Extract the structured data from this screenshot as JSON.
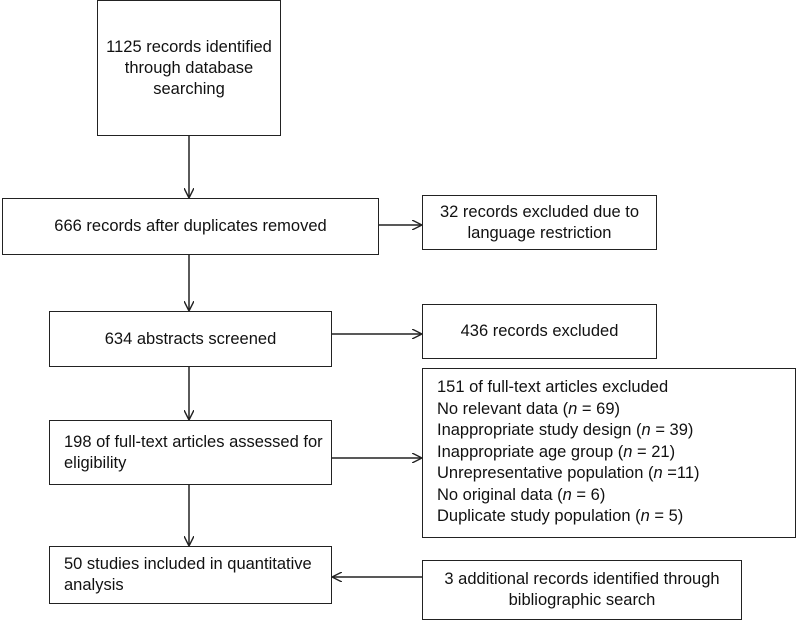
{
  "boxes": {
    "identified": [
      "1125 records identified",
      "through database",
      "searching"
    ],
    "duplicates": [
      "666 records after duplicates removed"
    ],
    "language_excluded": [
      "32 records excluded due to",
      "language restriction"
    ],
    "screened": [
      "634 abstracts screened"
    ],
    "records_excluded": [
      "436 records excluded"
    ],
    "fulltext_assessed": [
      "198 of full-text articles assessed for",
      "eligibility"
    ],
    "fulltext_excluded": {
      "title": "151 of full-text articles excluded",
      "reasons": [
        {
          "label": "No relevant data (",
          "n_label": "n",
          "value": " = 69)"
        },
        {
          "label": "Inappropriate study design (",
          "n_label": "n",
          "value": " = 39)"
        },
        {
          "label": "Inappropriate age group (",
          "n_label": "n",
          "value": " = 21)"
        },
        {
          "label": "Unrepresentative population (",
          "n_label": "n",
          "value": " =11)"
        },
        {
          "label": "No original data (",
          "n_label": "n",
          "value": " = 6)"
        },
        {
          "label": "Duplicate study population (",
          "n_label": "n",
          "value": " = 5)"
        }
      ]
    },
    "included": [
      "50 studies included in quantitative",
      "analysis"
    ],
    "additional": [
      "3 additional records identified through",
      "bibliographic search"
    ]
  }
}
